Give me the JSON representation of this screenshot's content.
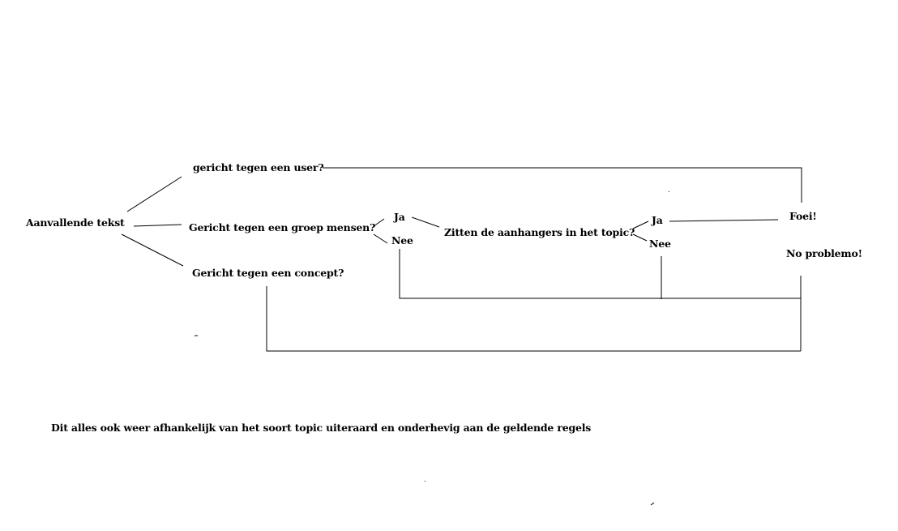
{
  "diagram": {
    "root": "Aanvallende tekst",
    "branches": {
      "user": "gericht tegen een user?",
      "group": "Gericht tegen een groep mensen?",
      "concept": "Gericht tegen een concept?"
    },
    "group_answers": {
      "yes": "Ja",
      "no": "Nee"
    },
    "followup_question": "Zitten de aanhangers in het topic?",
    "followup_answers": {
      "yes": "Ja",
      "no": "Nee"
    },
    "outcomes": {
      "bad": "Foei!",
      "ok": "No problemo!"
    },
    "footnote": "Dit alles ook weer afhankelijk van het soort topic uiteraard en onderhevig aan de geldende regels"
  }
}
